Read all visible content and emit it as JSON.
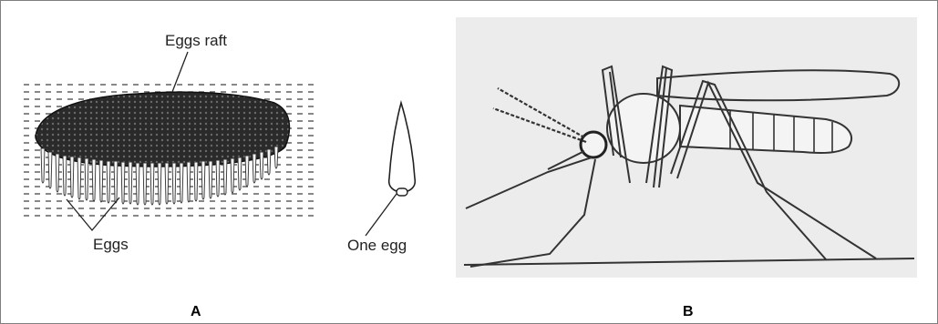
{
  "panel_a": {
    "label_raft": "Eggs raft",
    "label_eggs": "Eggs",
    "label_one_egg": "One egg",
    "caption": "A"
  },
  "panel_b": {
    "caption": "B"
  }
}
